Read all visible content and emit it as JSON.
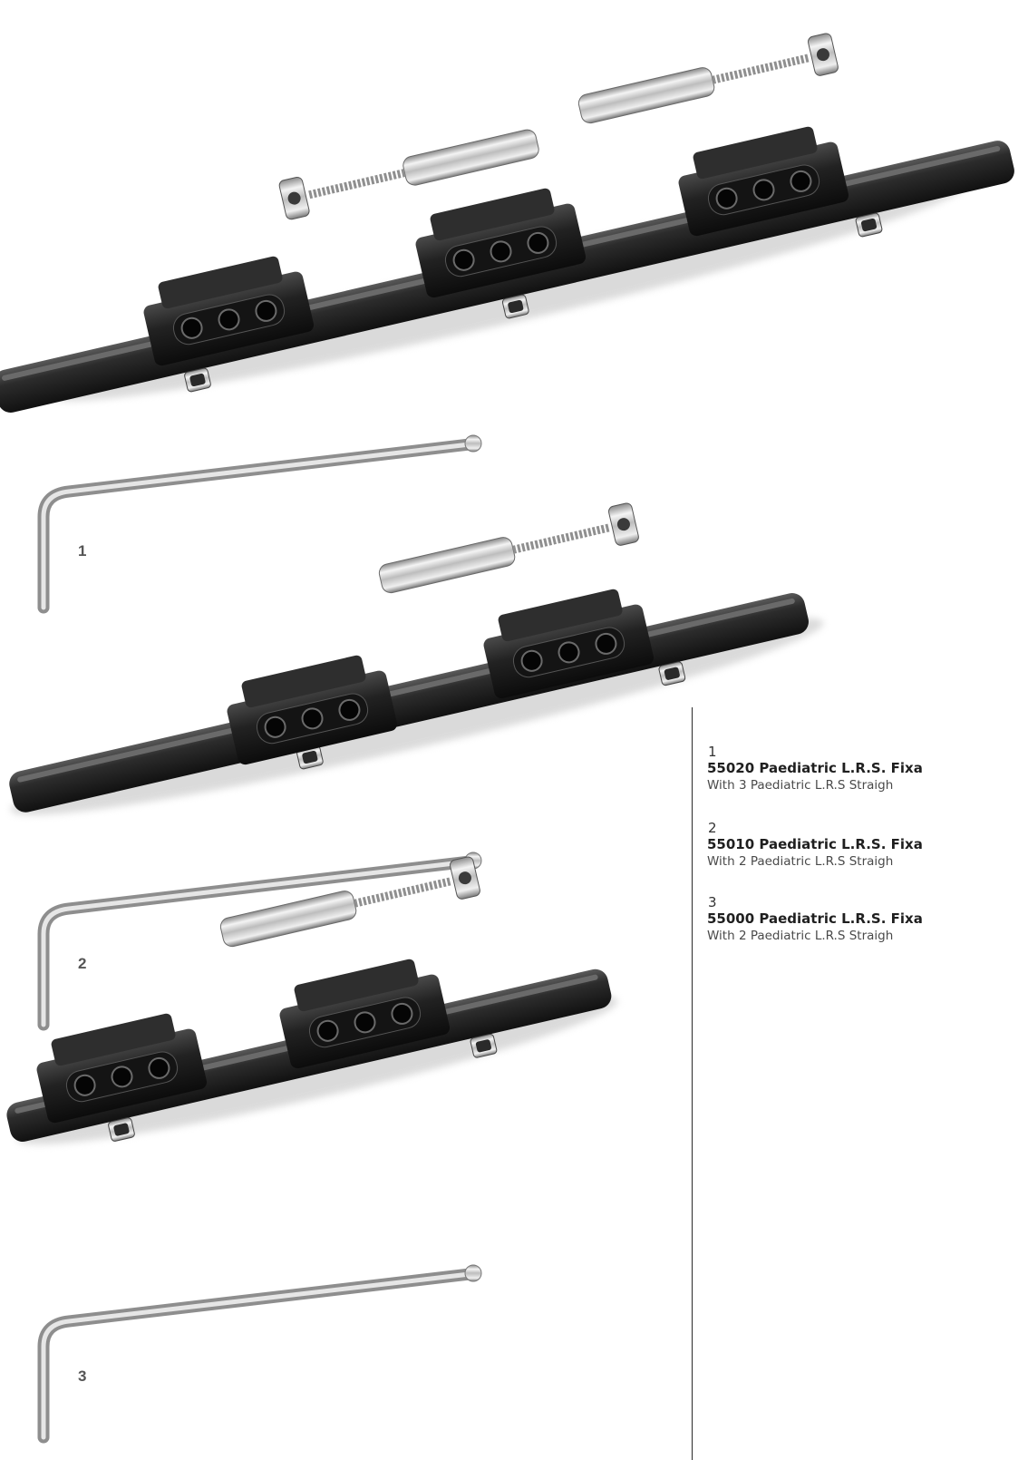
{
  "figures": [
    {
      "number": "1",
      "name": "Fixator with 3 clamps and hex key"
    },
    {
      "number": "2",
      "name": "Fixator with 2 clamps and hex key"
    },
    {
      "number": "3",
      "name": "Fixator with 2 clamps and hex key"
    }
  ],
  "captions": [
    {
      "number": "1",
      "title": "55020 Paediatric L.R.S. Fixa",
      "description": "With 3 Paediatric L.R.S Straigh"
    },
    {
      "number": "2",
      "title": "55010 Paediatric L.R.S. Fixa",
      "description": "With 2 Paediatric L.R.S Straigh"
    },
    {
      "number": "3",
      "title": "55000 Paediatric L.R.S. Fixa",
      "description": "With 2 Paediatric L.R.S Straigh"
    }
  ],
  "colors": {
    "rail": "#2c2c2c",
    "clamp": "#1e1e1e",
    "chrome": "#d4d4d4",
    "text": "#333333"
  }
}
